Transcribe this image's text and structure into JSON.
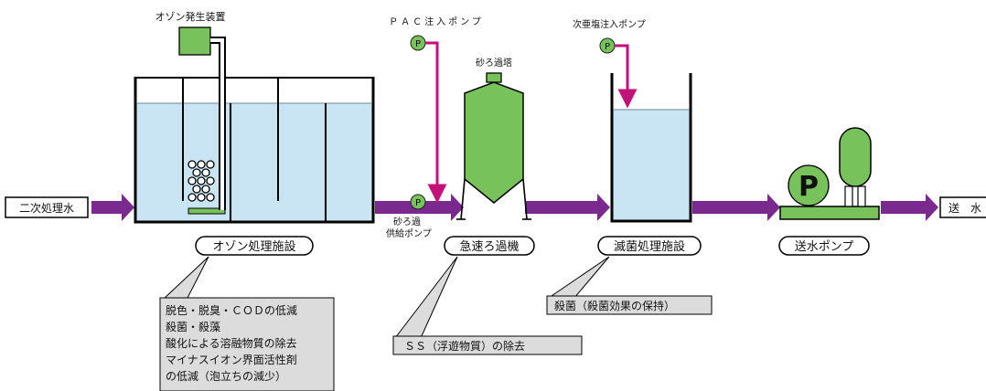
{
  "labels": {
    "ozone_generator": "オゾン発生装置",
    "pac_pump": "ＰＡＣ注入ポンプ",
    "sand_tower": "砂ろ過塔",
    "hypochlorite_pump": "次亜塩注入ポンプ",
    "secondary_water": "二次処理水",
    "send_water": "送　水",
    "sand_supply_pump_line1": "砂ろ過",
    "sand_supply_pump_line2": "供給ポンプ",
    "pump_symbol": "P"
  },
  "facilities": {
    "ozone": "オゾン処理施設",
    "rapid_filter": "急速ろ過機",
    "sterilization": "滅菌処理施設",
    "water_pump": "送水ポンプ"
  },
  "callouts": {
    "ozone_lines": [
      "脱色・脱臭・ＣＯＤの低減",
      "殺菌・殺藻",
      "酸化による溶融物質の除去",
      "マイナスイオン界面活性剤",
      "の低減（泡立ちの減少）"
    ],
    "rapid_filter": "ＳＳ（浮遊物質）の除去",
    "sterilization": "殺菌（殺菌効果の保持）"
  },
  "colors": {
    "water": "#c9e4f2",
    "equipment_green": "#77c25a",
    "pipe_magenta": "#c2127a",
    "flow_arrow": "#7a2a8e",
    "callout_gray": "#dcdcdc"
  }
}
